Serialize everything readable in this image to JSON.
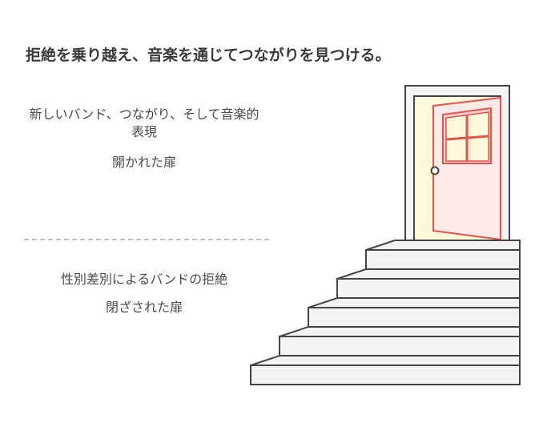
{
  "title": "拒絶を乗り越え、音楽を通じてつながりを見つける。",
  "top_section": {
    "description": "新しいバンド、つながり、そして音楽的表現",
    "label": "開かれた扉"
  },
  "bottom_section": {
    "description": "性別差別によるバンドの拒絶",
    "label": "閉ざされた扉"
  },
  "colors": {
    "outline": "#444444",
    "door": "#e5534b",
    "door_fill": "#ffeaea",
    "light": "#fff9db",
    "step_fill": "#f4f4f4"
  }
}
